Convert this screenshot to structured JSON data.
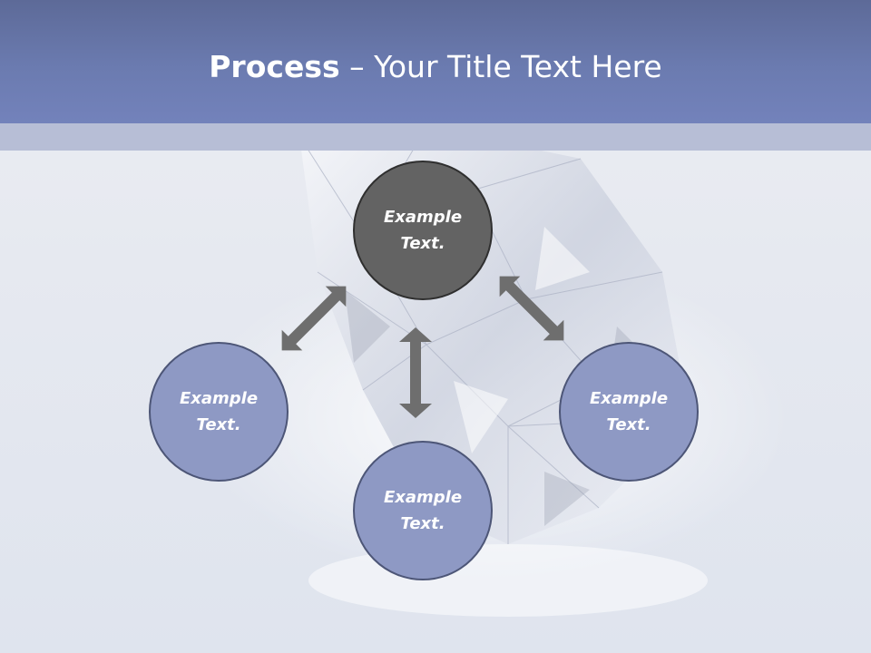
{
  "title": {
    "bold": "Process",
    "separator": " – ",
    "rest": "Your Title Text Here"
  },
  "nodes": {
    "center": {
      "line1": "Example",
      "line2": "Text."
    },
    "left": {
      "line1": "Example",
      "line2": "Text."
    },
    "bottom": {
      "line1": "Example",
      "line2": "Text."
    },
    "right": {
      "line1": "Example",
      "line2": "Text."
    }
  },
  "colors": {
    "header": "#6b7bb0",
    "header_strip": "#b7bed6",
    "center_node": "#636363",
    "outer_node": "#8e99c4",
    "arrow": "#6e6e6e",
    "node_border": "#4d5677"
  },
  "icons": [
    "diamond-image",
    "double-arrow-icon"
  ]
}
